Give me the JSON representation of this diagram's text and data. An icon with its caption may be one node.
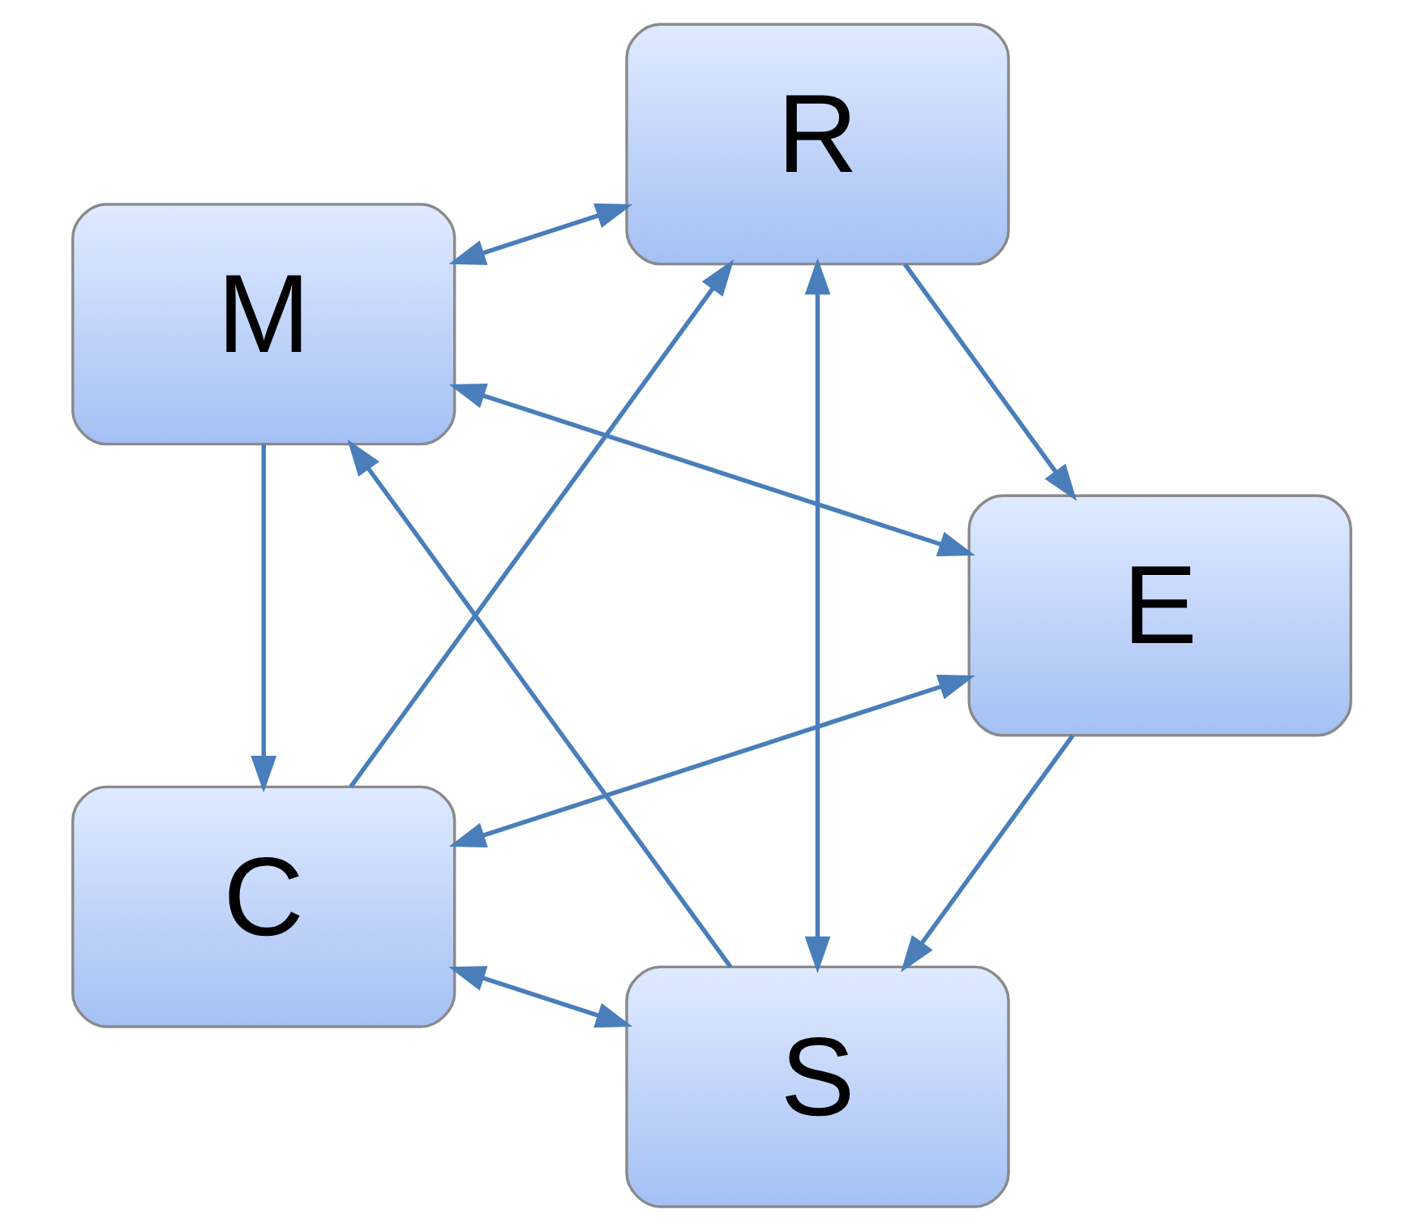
{
  "diagram": {
    "nodes": [
      {
        "text": [
          "S"
        ]
      },
      {
        "text": [
          "E"
        ]
      },
      {
        "text": [
          "M"
        ]
      },
      {
        "text": [
          "R"
        ]
      },
      {
        "text": [
          "C"
        ]
      }
    ],
    "edges": [
      {
        "from": 0,
        "to": 2,
        "arrow": "to"
      },
      {
        "from": 2,
        "to": 4,
        "arrow": "to"
      },
      {
        "from": 4,
        "to": 3,
        "arrow": "to"
      },
      {
        "from": 3,
        "to": 1,
        "arrow": "to"
      },
      {
        "from": 1,
        "to": 0,
        "arrow": "to"
      },
      {
        "from": 0,
        "to": 3,
        "arrow": "both"
      },
      {
        "from": 0,
        "to": 4,
        "arrow": "both"
      },
      {
        "from": 1,
        "to": 2,
        "arrow": "both"
      },
      {
        "from": 1,
        "to": 4,
        "arrow": "both"
      },
      {
        "from": 2,
        "to": 3,
        "arrow": "both"
      }
    ]
  }
}
